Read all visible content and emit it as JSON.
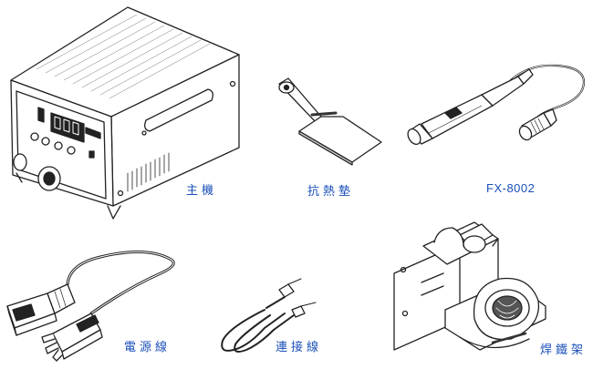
{
  "parts": {
    "main_unit": {
      "label": "主機"
    },
    "heat_pad": {
      "label": "抗熱墊"
    },
    "iron": {
      "label": "FX-8002"
    },
    "power_cord": {
      "label": "電源線"
    },
    "connection_cable": {
      "label": "連接線"
    },
    "iron_holder": {
      "label": "焊鐵架"
    }
  },
  "colors": {
    "label": "#1a4fb8",
    "line": "#222222"
  }
}
